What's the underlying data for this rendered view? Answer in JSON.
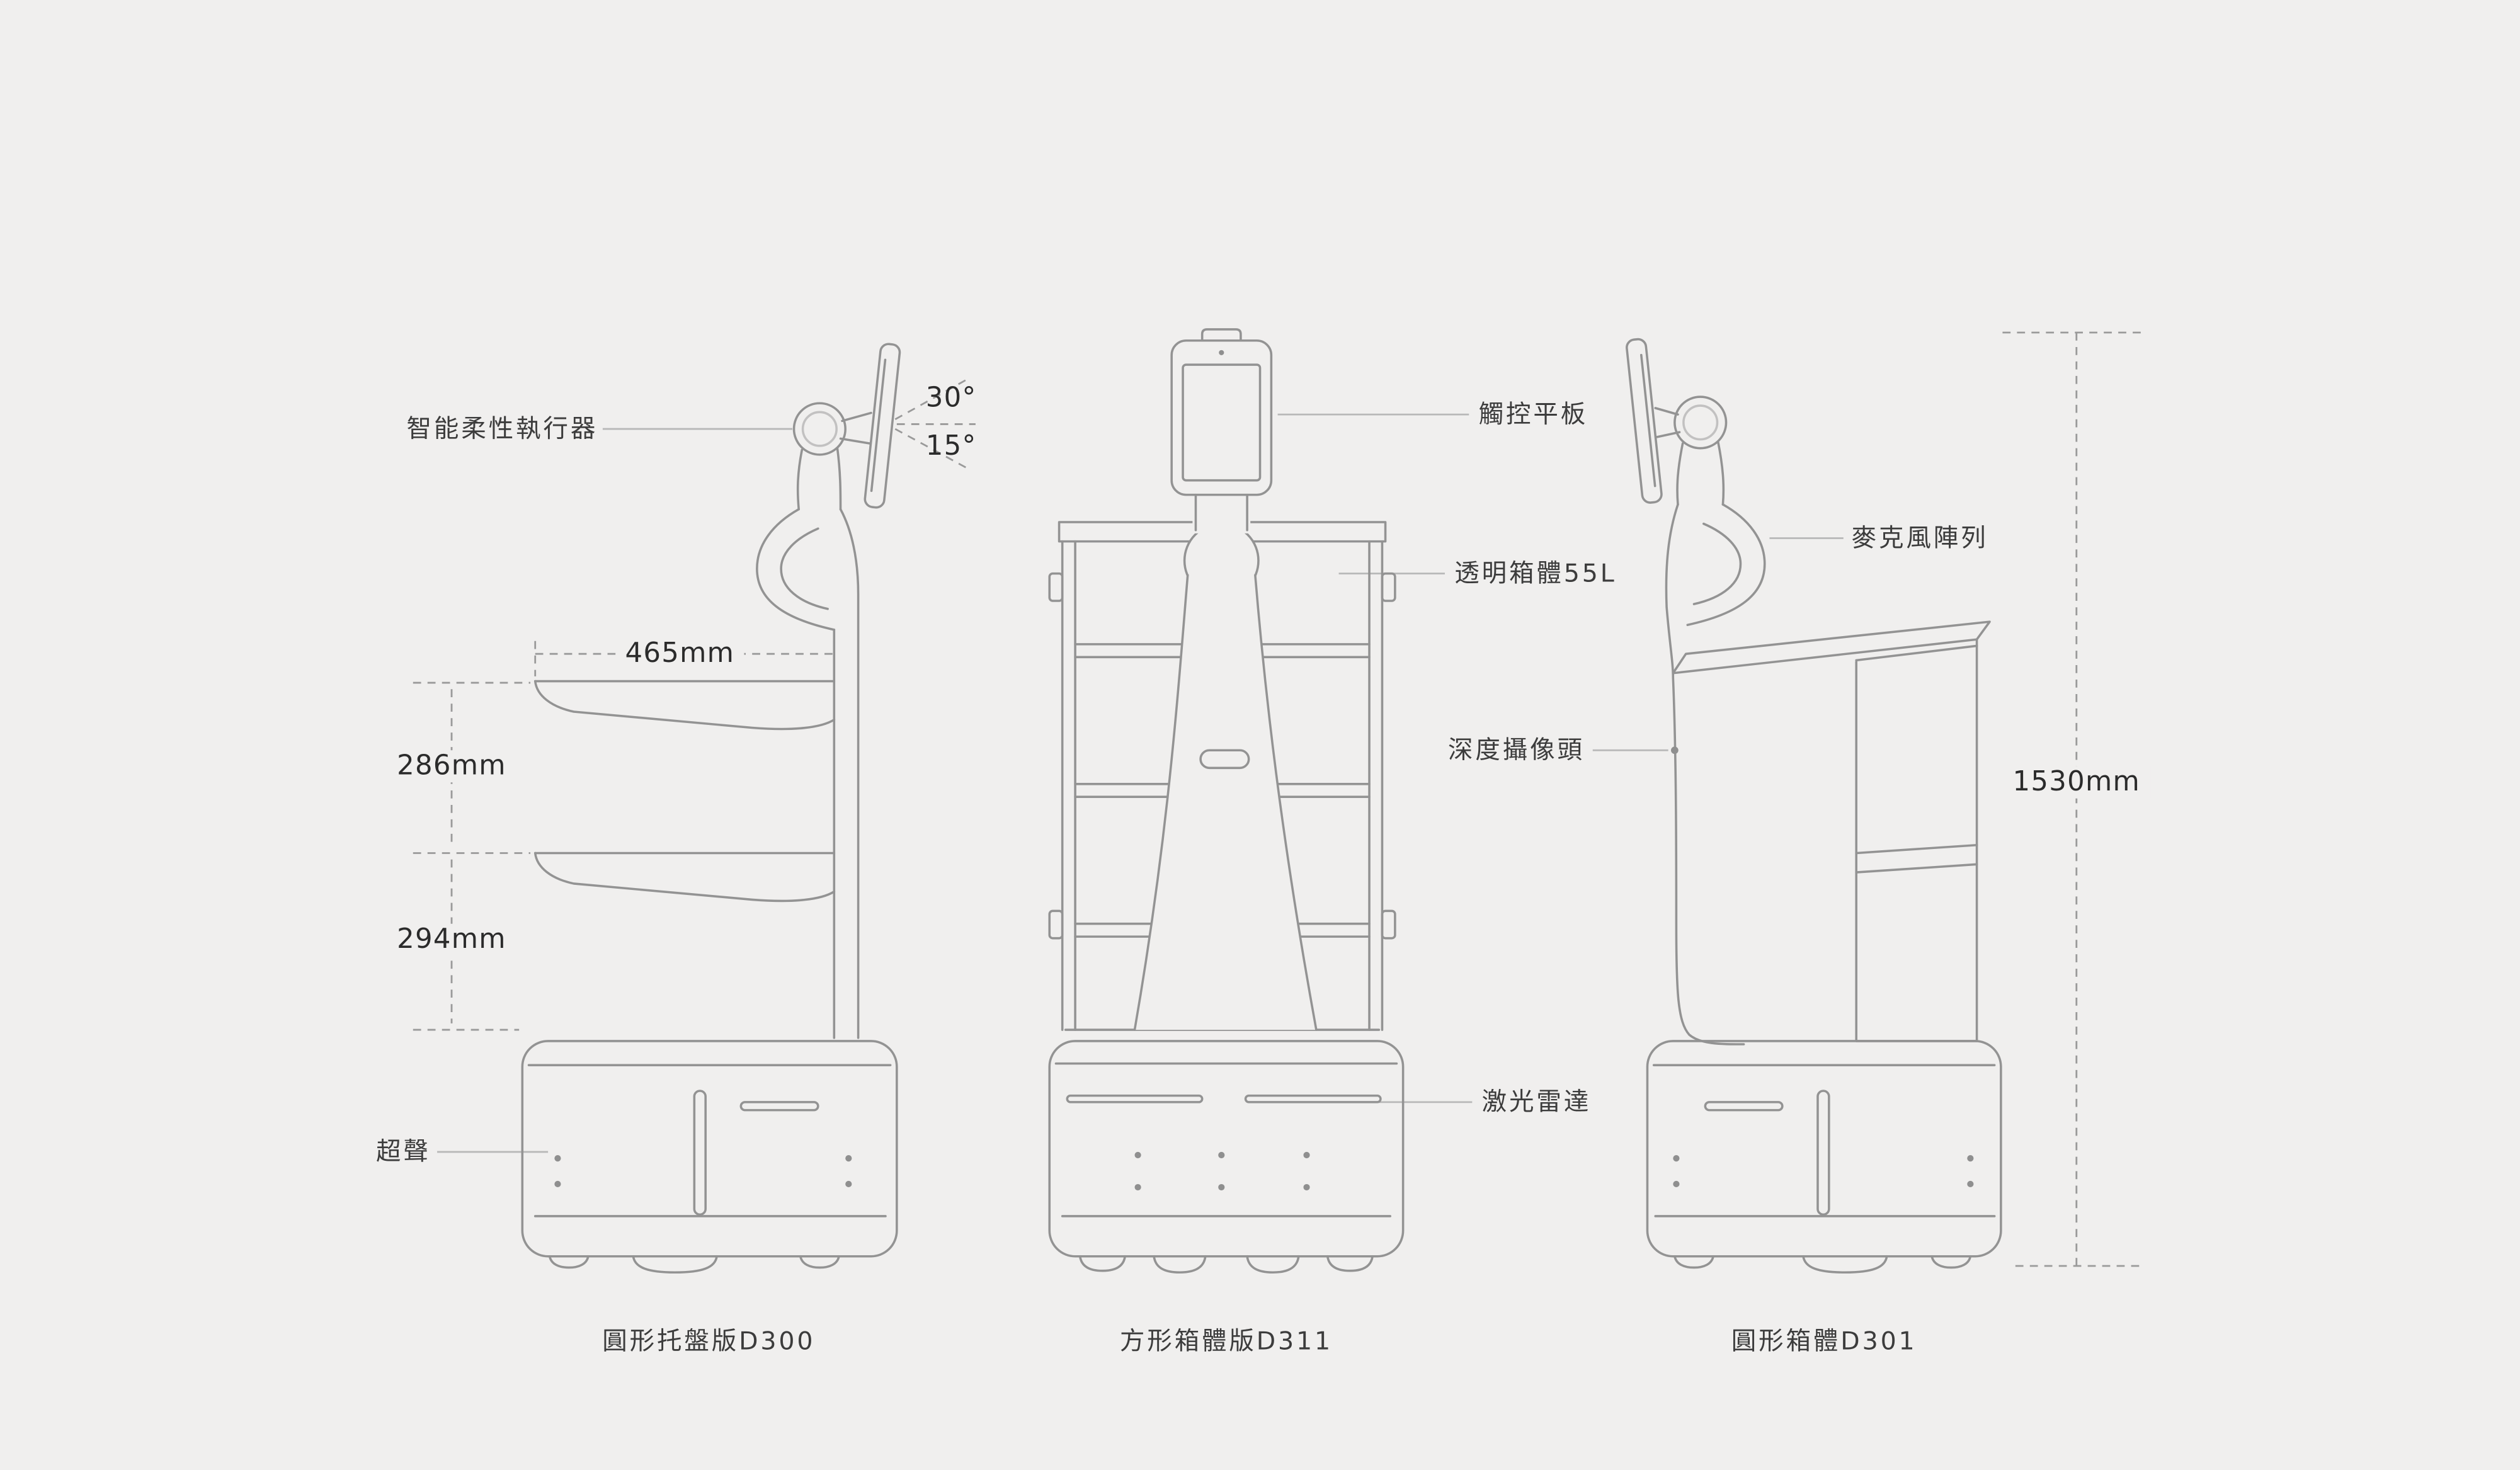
{
  "meta": {
    "title": "delivery-robot-three-variant-dimension-diagram"
  },
  "colors": {
    "background": "#f0efee",
    "line": "#939393",
    "leader": "#b8b8b8",
    "dash": "#9a9a9a",
    "text": "#3c3c3c",
    "dim_text": "#2b2b2b"
  },
  "callouts": {
    "actuator": "智能柔性執行器",
    "ultrasonic": "超聲",
    "tablet": "觸控平板",
    "transparent_cabinet": "透明箱體55L",
    "depth_camera": "深度攝像頭",
    "microphone_array": "麥克風陣列",
    "lidar": "激光雷達"
  },
  "dimensions": {
    "tilt_up": "30°",
    "tilt_down": "15°",
    "tray_width": "465mm",
    "tray_spacing_top": "286mm",
    "tray_spacing_bottom": "294mm",
    "overall_height": "1530mm"
  },
  "robots": [
    {
      "id": "D300",
      "caption": "圓形托盤版D300"
    },
    {
      "id": "D311",
      "caption": "方形箱體版D311"
    },
    {
      "id": "D301",
      "caption": "圓形箱體D301"
    }
  ]
}
